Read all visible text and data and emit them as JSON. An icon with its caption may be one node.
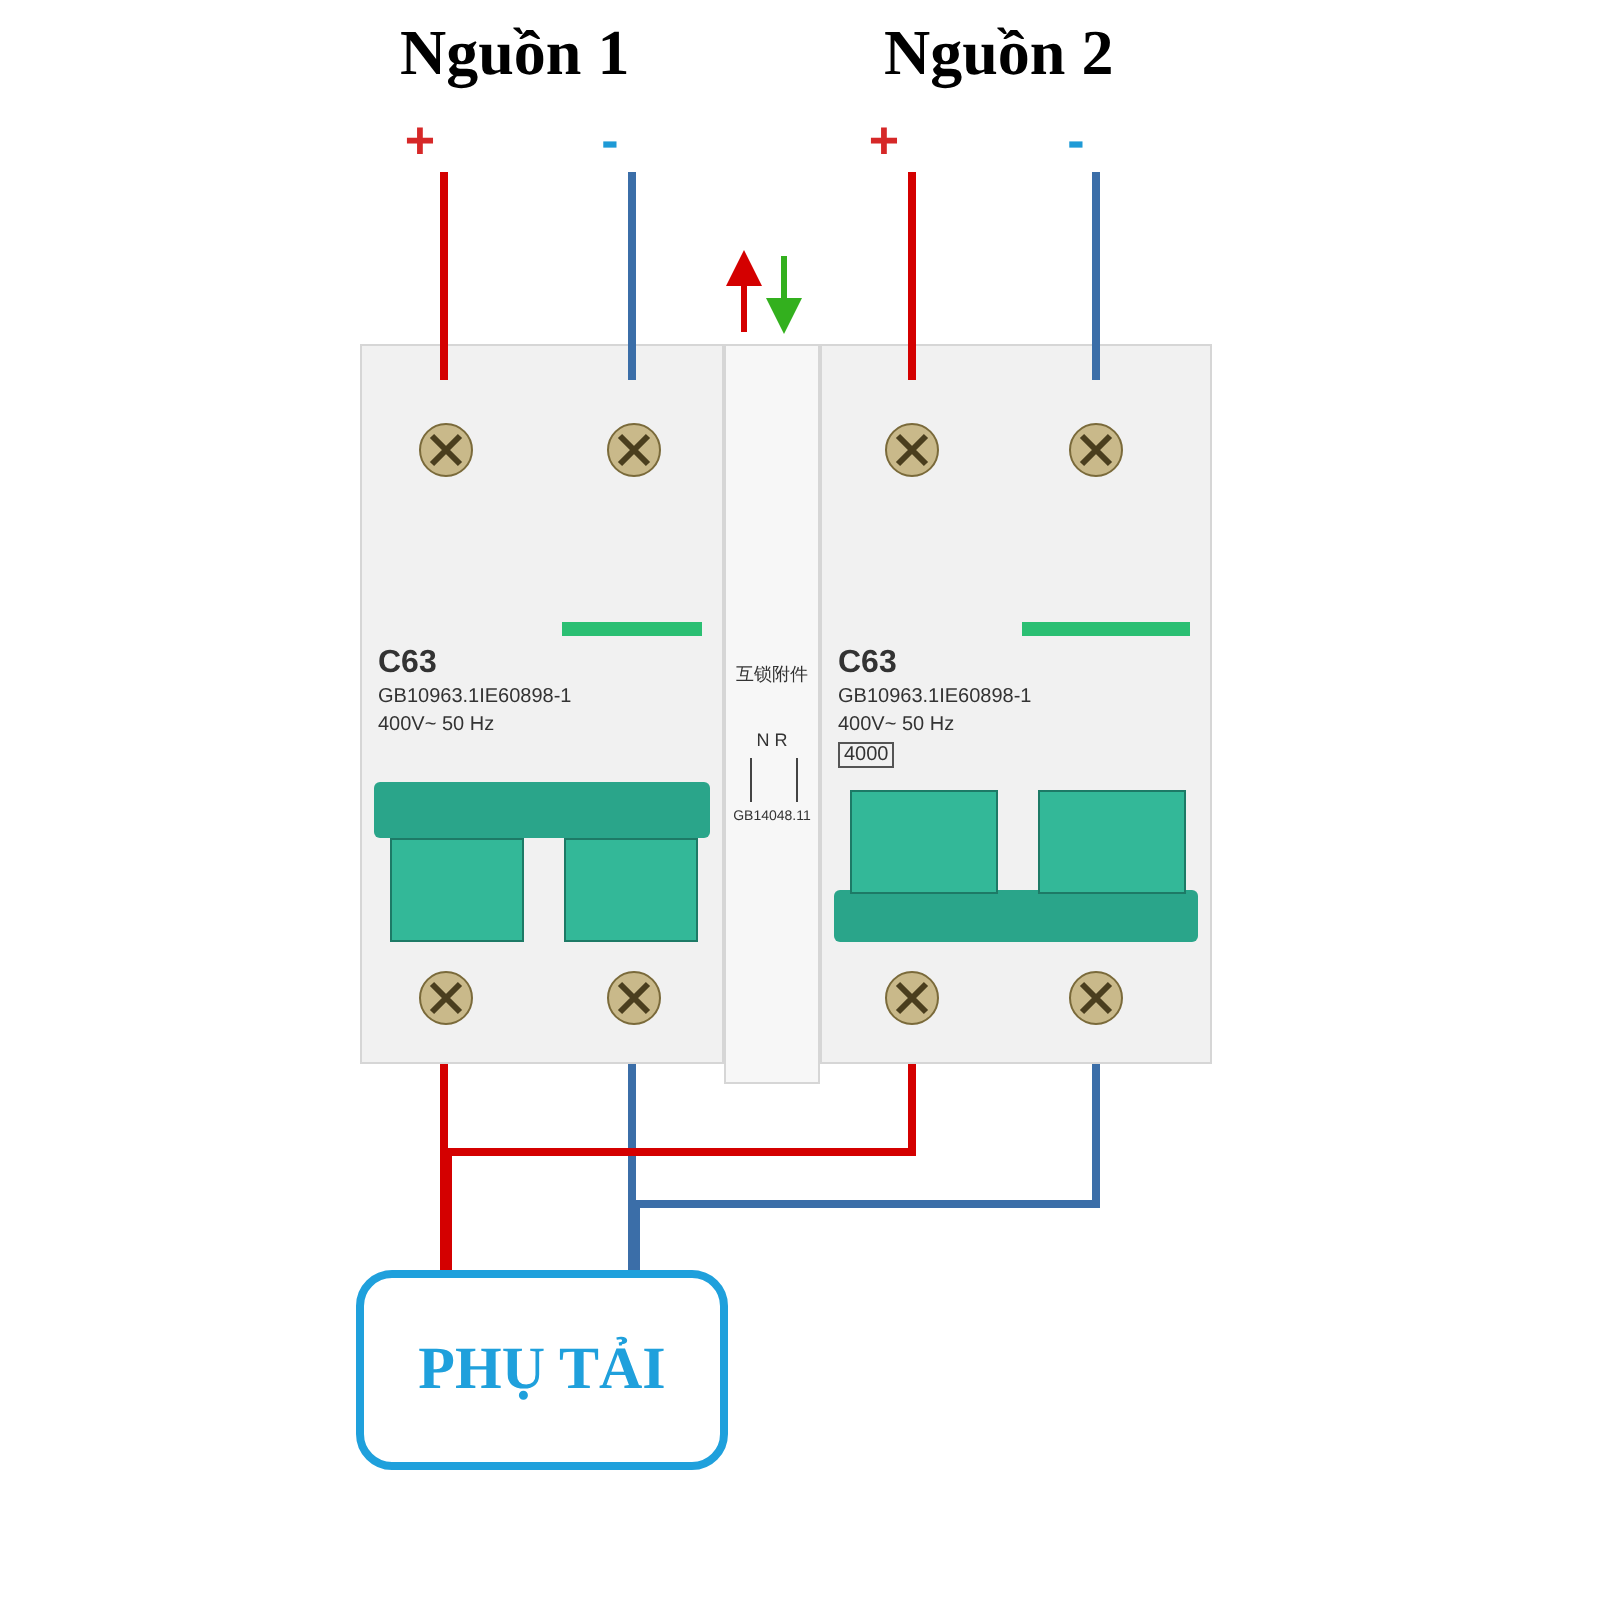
{
  "diagram": {
    "nodes": [
      {
        "text": [
          "+"
        ]
      },
      {
        "text": [
          "-"
        ]
      },
      {
        "text": [
          "+"
        ]
      },
      {
        "text": [
          "-"
        ]
      },
      {
        "text": [
          "C63",
          "GB10963.1IE60898-1",
          "400V~ 50 Hz"
        ]
      },
      {
        "text": [
          "互锁附件",
          "N R",
          "GB14048.11"
        ]
      },
      {
        "text": [
          "C63",
          "GB10963.1IE60898-1",
          "400V~ 50 Hz",
          "4000"
        ]
      },
      {
        "text": [
          "PHỤ TẢI"
        ]
      }
    ],
    "edges": [
      {
        "from": 0,
        "to": 4,
        "arrow": "none",
        "color": "#d40000"
      },
      {
        "from": 1,
        "to": 4,
        "arrow": "none",
        "color": "#3b6ea8"
      },
      {
        "from": 2,
        "to": 6,
        "arrow": "none",
        "color": "#d40000"
      },
      {
        "from": 3,
        "to": 6,
        "arrow": "none",
        "color": "#3b6ea8"
      },
      {
        "from": 4,
        "to": 7,
        "arrow": "none",
        "color": "#d40000"
      },
      {
        "from": 4,
        "to": 7,
        "arrow": "none",
        "color": "#3b6ea8"
      },
      {
        "from": 6,
        "to": 7,
        "arrow": "none",
        "color": "#d40000"
      },
      {
        "from": 6,
        "to": 7,
        "arrow": "none",
        "color": "#3b6ea8"
      }
    ],
    "labels": [
      "Nguồn 1",
      "Nguồn 2"
    ]
  }
}
